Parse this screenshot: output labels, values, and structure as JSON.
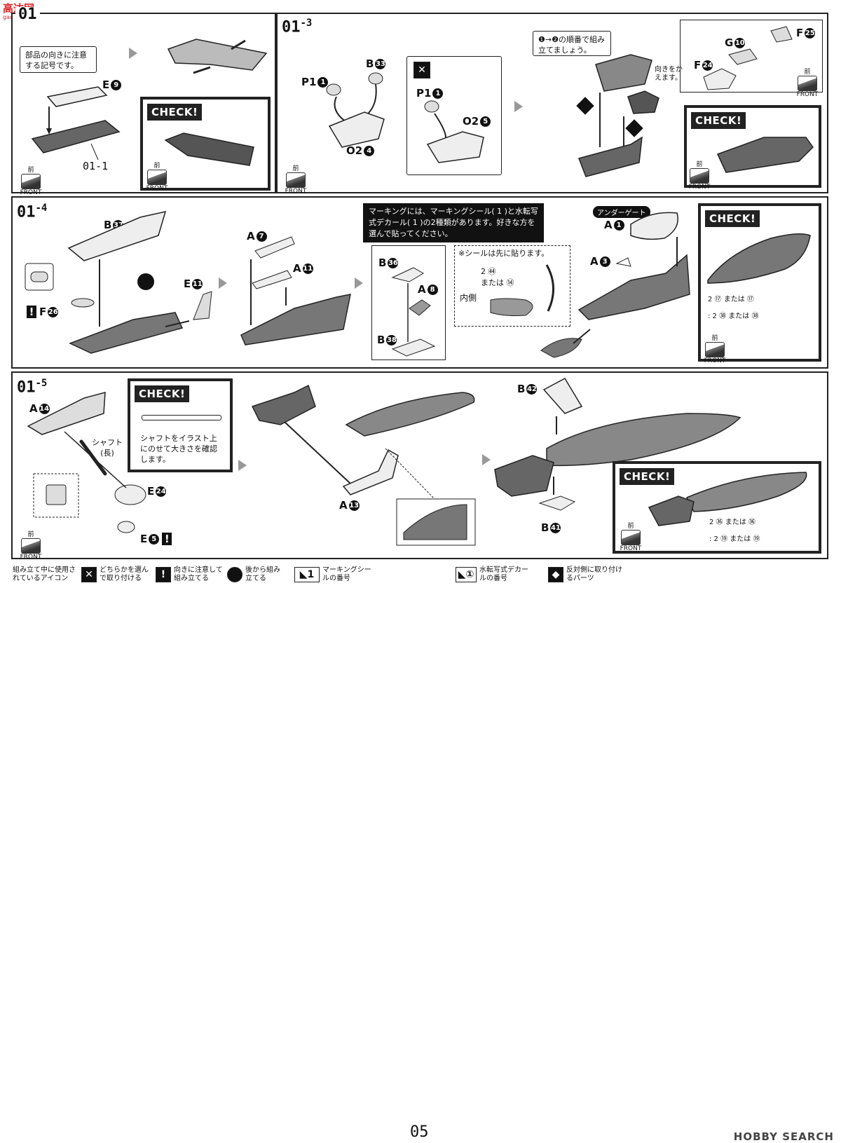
{
  "watermark": {
    "title": "高达网",
    "url": "gao-shan.com"
  },
  "steps": {
    "s1": "01",
    "s3": "01",
    "s3_sub": "-3",
    "s4": "01",
    "s4_sub": "-4",
    "s5": "01",
    "s5_sub": "-5"
  },
  "panel1": {
    "note": "部品の向きに注意する記号です。",
    "part_e": "E",
    "part_e_num": "9",
    "ref_label": "01-1",
    "check": "CHECK!"
  },
  "panel3": {
    "part_p1a": "P1",
    "part_p1a_num": "1",
    "part_b33": "B",
    "part_b33_num": "33",
    "part_o2_4": "O2",
    "part_o2_4_num": "4",
    "part_p1b": "P1",
    "part_p1b_num": "1",
    "part_o2_5": "O2",
    "part_o2_5_num": "5"
  },
  "panel3b": {
    "note": "❶→❷の順番で組み立てましょう。",
    "part_g": "G",
    "part_g_num": "10",
    "part_f25": "F",
    "part_f25_num": "25",
    "part_f24": "F",
    "part_f24_num": "24",
    "orient_note": "向きをかえます。",
    "check": "CHECK!"
  },
  "panel4": {
    "part_b37": "B",
    "part_b37_num": "37",
    "part_f26": "F",
    "part_f26_num": "26",
    "part_e11": "E",
    "part_e11_num": "11",
    "part_a7": "A",
    "part_a7_num": "7",
    "part_a11": "A",
    "part_a11_num": "11",
    "marking_note": "マーキングには、マーキングシール( 1 )と水転写式デカール( 1 )の2種類があります。好きな方を選んで貼ってください。",
    "part_b36": "B",
    "part_b36_num": "36",
    "part_a8": "A",
    "part_a8_num": "8",
    "part_b38": "B",
    "part_b38_num": "38",
    "sticker_first": "※シールは先に貼ります。",
    "sticker_code": "2 ㊹",
    "sticker_or": "または",
    "decal_code": "⑭",
    "inner_side": "内側",
    "under_gate": "アンダーゲート",
    "part_a1": "A",
    "part_a1_num": "1",
    "part_a3": "A",
    "part_a3_num": "3",
    "check": "CHECK!",
    "check_line1": "2 ⑰ または ⑰",
    "check_line2": ": 2 ㊳ または ㊳"
  },
  "panel5": {
    "part_a14": "A",
    "part_a14_num": "14",
    "shaft": "シャフト(長)",
    "part_e24": "E",
    "part_e24_num": "24",
    "part_e5": "E",
    "part_e5_num": "5",
    "check": "CHECK!",
    "check_text": "シャフトをイラスト上にのせて大きさを確認します。",
    "part_a13": "A",
    "part_a13_num": "13",
    "part_b42": "B",
    "part_b42_num": "42",
    "part_b41": "B",
    "part_b41_num": "41",
    "check2": "CHECK!",
    "check2_line1": "2 ㊱ または ㊱",
    "check2_line2": ": 2 ⑲ または ⑲"
  },
  "front_label": "前",
  "front_text": "FRONT",
  "legend": {
    "title": "組み立て中に使用されているアイコン",
    "i1": "どちらかを選んで取り付ける",
    "i2": "向きに注意して組み立てる",
    "i3": "後から組み立てる",
    "i4": "マーキングシールの番号",
    "i5": "水転写式デカールの番号",
    "i6": "反対側に取り付けるパーツ"
  },
  "page_number": "05",
  "brand": "HOBBY SEARCH"
}
